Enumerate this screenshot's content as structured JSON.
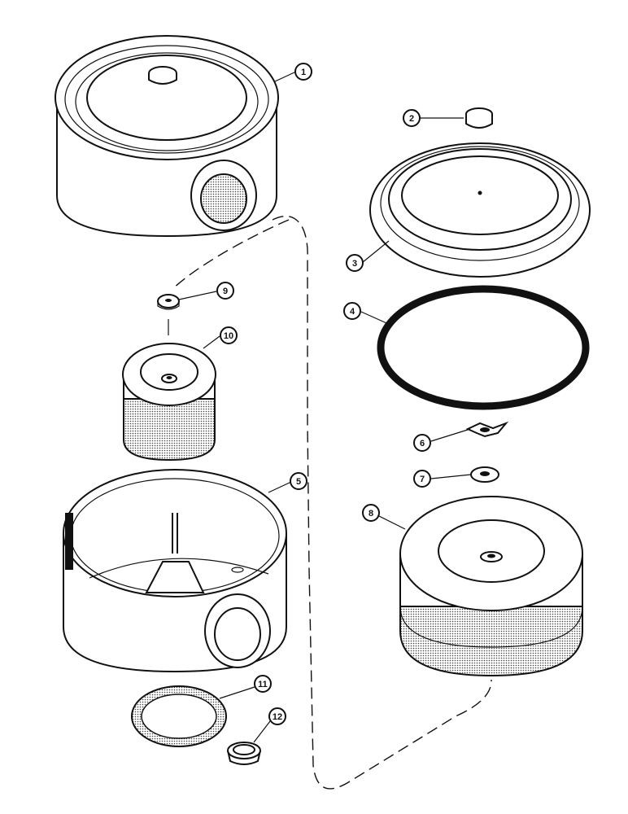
{
  "diagram": {
    "callouts": [
      {
        "id": "c1",
        "label": "1"
      },
      {
        "id": "c2",
        "label": "2"
      },
      {
        "id": "c3",
        "label": "3"
      },
      {
        "id": "c4",
        "label": "4"
      },
      {
        "id": "c5",
        "label": "5"
      },
      {
        "id": "c6",
        "label": "6"
      },
      {
        "id": "c7",
        "label": "7"
      },
      {
        "id": "c8",
        "label": "8"
      },
      {
        "id": "c9",
        "label": "9"
      },
      {
        "id": "c10",
        "label": "10"
      },
      {
        "id": "c11",
        "label": "11"
      },
      {
        "id": "c12",
        "label": "12"
      }
    ]
  },
  "colors": {
    "ink": "#111111",
    "background": "#ffffff"
  }
}
